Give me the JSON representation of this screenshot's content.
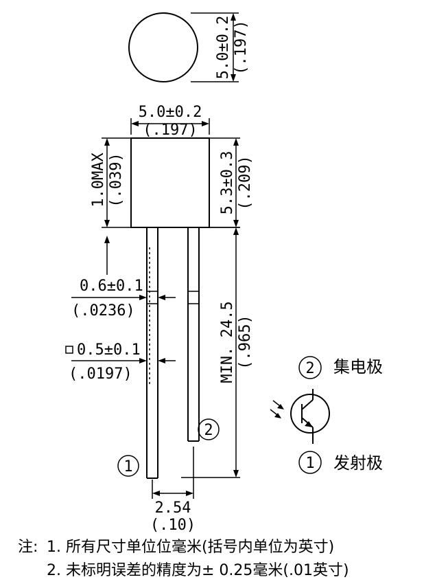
{
  "dimensions": {
    "top_view_diameter": "5.0±0.2",
    "top_view_diameter_inch": "(.197)",
    "body_width": "5.0±0.2",
    "body_width_inch": "(.197)",
    "body_height": "5.3±0.3",
    "body_height_inch": "(.209)",
    "flange_max": "1.0MAX",
    "flange_max_inch": "(.039)",
    "lead_width": "0.6±0.1",
    "lead_width_inch": "(.0236)",
    "lead_square": "0.5±0.1",
    "lead_square_inch": "(.0197)",
    "lead_length": "MIN. 24.5",
    "lead_length_inch": "(.965)",
    "pitch": "2.54",
    "pitch_inch": "(.10)"
  },
  "pins": {
    "pin1_number": "1",
    "pin2_number": "2",
    "collector_label": "集电极",
    "emitter_label": "发射极"
  },
  "notes": {
    "prefix": "注:",
    "line1": "1. 所有尺寸单位位毫米(括号内单位为英寸)",
    "line2": "2. 未标明误差的精度为± 0.25毫米(.01英寸)"
  }
}
